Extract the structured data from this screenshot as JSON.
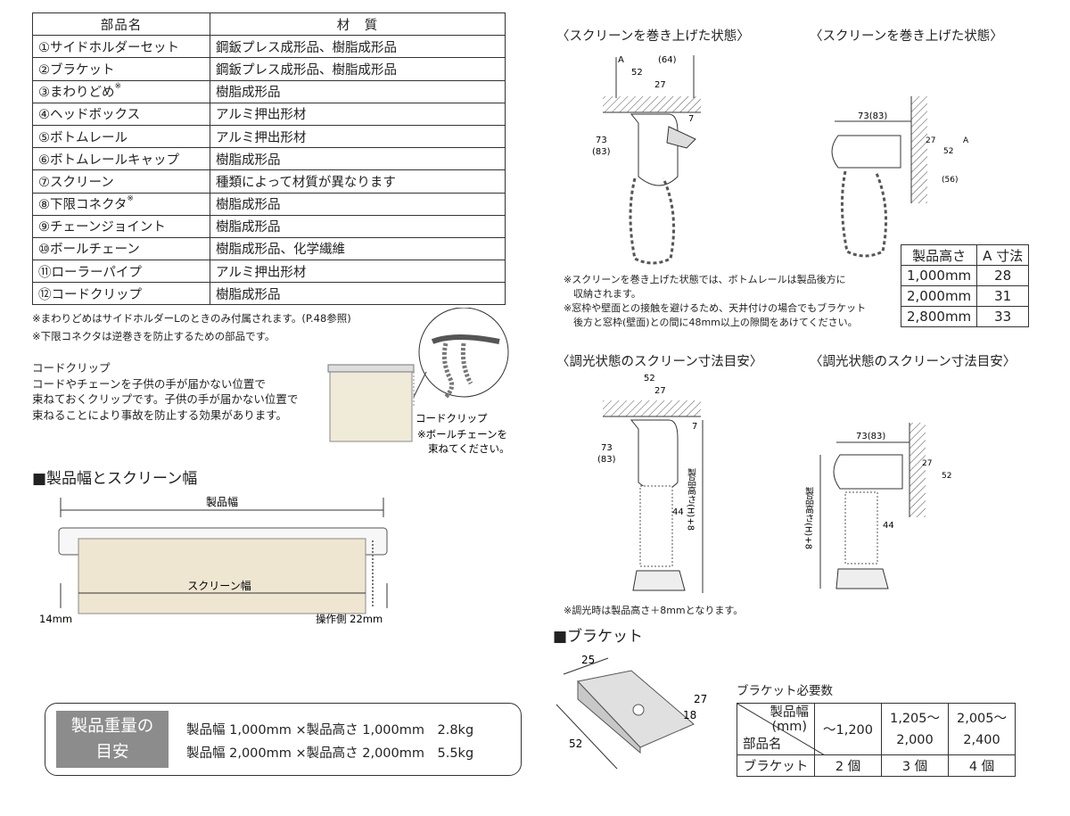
{
  "parts_table": {
    "headers": [
      "部品名",
      "材　質"
    ],
    "rows": [
      {
        "name": "①サイドホルダーセット",
        "mark": "",
        "material": "鋼鈑プレス成形品、樹脂成形品"
      },
      {
        "name": "②ブラケット",
        "mark": "",
        "material": "鋼鈑プレス成形品、樹脂成形品"
      },
      {
        "name": "③まわりどめ",
        "mark": "※",
        "material": "樹脂成形品"
      },
      {
        "name": "④ヘッドボックス",
        "mark": "",
        "material": "アルミ押出形材"
      },
      {
        "name": "⑤ボトムレール",
        "mark": "",
        "material": "アルミ押出形材"
      },
      {
        "name": "⑥ボトムレールキャップ",
        "mark": "",
        "material": "樹脂成形品"
      },
      {
        "name": "⑦スクリーン",
        "mark": "",
        "material": "種類によって材質が異なります"
      },
      {
        "name": "⑧下限コネクタ",
        "mark": "※",
        "material": "樹脂成形品"
      },
      {
        "name": "⑨チェーンジョイント",
        "mark": "",
        "material": "樹脂成形品"
      },
      {
        "name": "⑩ボールチェーン",
        "mark": "",
        "material": "樹脂成形品、化学繊維"
      },
      {
        "name": "⑪ローラーパイプ",
        "mark": "",
        "material": "アルミ押出形材"
      },
      {
        "name": "⑫コードクリップ",
        "mark": "",
        "material": "樹脂成形品"
      }
    ]
  },
  "notes_left": {
    "note1": "※まわりどめはサイドホルダーLのときのみ付属されます。(P.48参照)",
    "note2": "※下限コネクタは逆巻きを防止するための部品です。"
  },
  "cord_clip": {
    "title": "コードクリップ",
    "text1": "コードやチェーンを子供の手が届かない位置で",
    "text2": "束ねておくクリップです。子供の手が届かない位置で",
    "text3": "束ねることにより事故を防止する効果があります。",
    "label": "コードクリップ",
    "tip1": "※ボールチェーンを",
    "tip2": "束ねてください。"
  },
  "width_section": {
    "heading": "■製品幅とスクリーン幅",
    "product_width": "製品幅",
    "screen_width": "スクリーン幅",
    "left_gap": "14mm",
    "right_gap": "操作側 22mm"
  },
  "weight": {
    "label_line1": "製品重量の",
    "label_line2": "目安",
    "line1": "製品幅 1,000mm ×製品高さ 1,000mm　2.8kg",
    "line2": "製品幅 2,000mm ×製品高さ 2,000mm　5.5kg"
  },
  "rolled_up": {
    "title_left": "〈スクリーンを巻き上げた状態〉",
    "title_right": "〈スクリーンを巻き上げた状態〉",
    "dims": {
      "a": "A",
      "a64": "(64)",
      "d52": "52",
      "d27": "27",
      "d7": "7",
      "d73": "73",
      "d83": "(83)",
      "d7383": "73(83)",
      "d56": "(56)"
    },
    "note1": "※スクリーンを巻き上げた状態では、ボトムレールは製品後方に",
    "note1b": "収納されます。",
    "note2": "※窓枠や壁面との接触を避けるため、天井付けの場合でもブラケット",
    "note2b": "後方と窓枠(壁面)との間に48mm以上の隙間をあけてください。"
  },
  "height_table": {
    "headers": [
      "製品高さ",
      "A 寸法"
    ],
    "rows": [
      [
        "1,000mm",
        "28"
      ],
      [
        "2,000mm",
        "31"
      ],
      [
        "2,800mm",
        "33"
      ]
    ]
  },
  "dimming": {
    "title_left": "〈調光状態のスクリーン寸法目安〉",
    "title_right": "〈調光状態のスクリーン寸法目安〉",
    "height_label": "製品高さ(H)+8",
    "d44": "44",
    "note": "※調光時は製品高さ＋8mmとなります。"
  },
  "bracket": {
    "heading": "■ブラケット",
    "d25": "25",
    "d27": "27",
    "d18": "18",
    "d52": "52",
    "count_title": "ブラケット必要数",
    "header_top": "製品幅",
    "header_unit": "(mm)",
    "header_bottom": "部品名",
    "cols": [
      "～1,200",
      "1,205～",
      "2,000",
      "2,005～",
      "2,400"
    ],
    "row_label": "ブラケット",
    "counts": [
      "2 個",
      "3 個",
      "4 個"
    ]
  }
}
